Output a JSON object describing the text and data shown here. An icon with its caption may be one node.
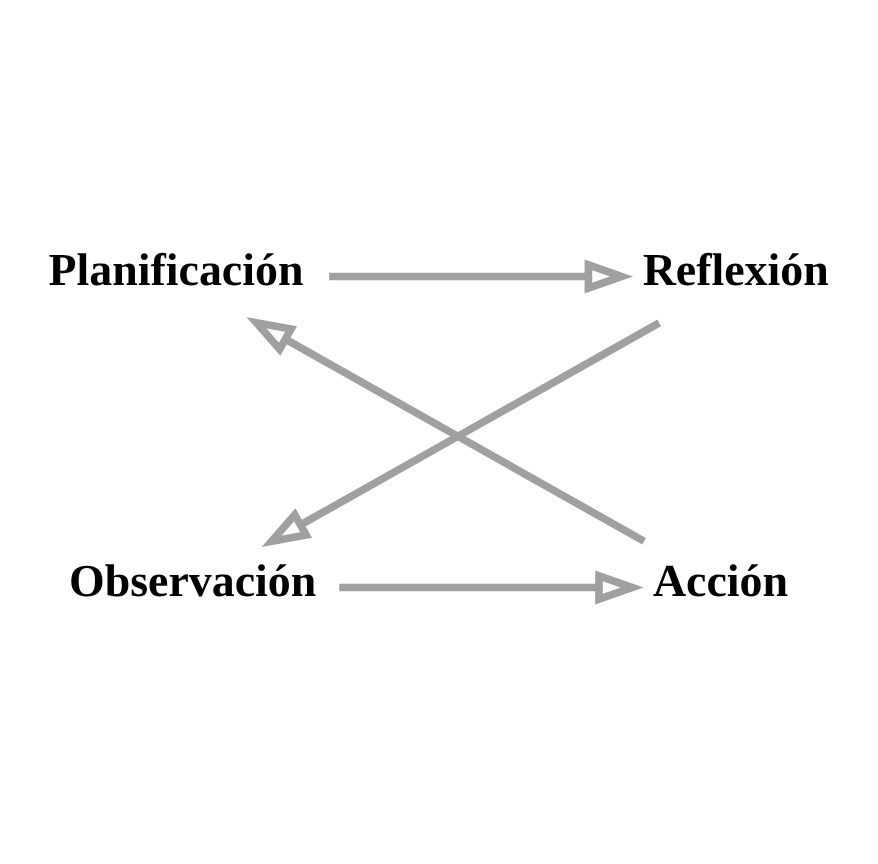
{
  "diagram": {
    "nodes": [
      {
        "text": [
          "Reflexión"
        ]
      },
      {
        "text": [
          "Planificación"
        ]
      },
      {
        "text": [
          "Observación"
        ]
      },
      {
        "text": [
          "Acción"
        ]
      }
    ],
    "edges": [
      {
        "from": 1,
        "to": 0,
        "arrow": "to"
      },
      {
        "from": 0,
        "to": 2,
        "arrow": "to"
      },
      {
        "from": 2,
        "to": 3,
        "arrow": "to"
      },
      {
        "from": 3,
        "to": 1,
        "arrow": "to"
      }
    ]
  }
}
